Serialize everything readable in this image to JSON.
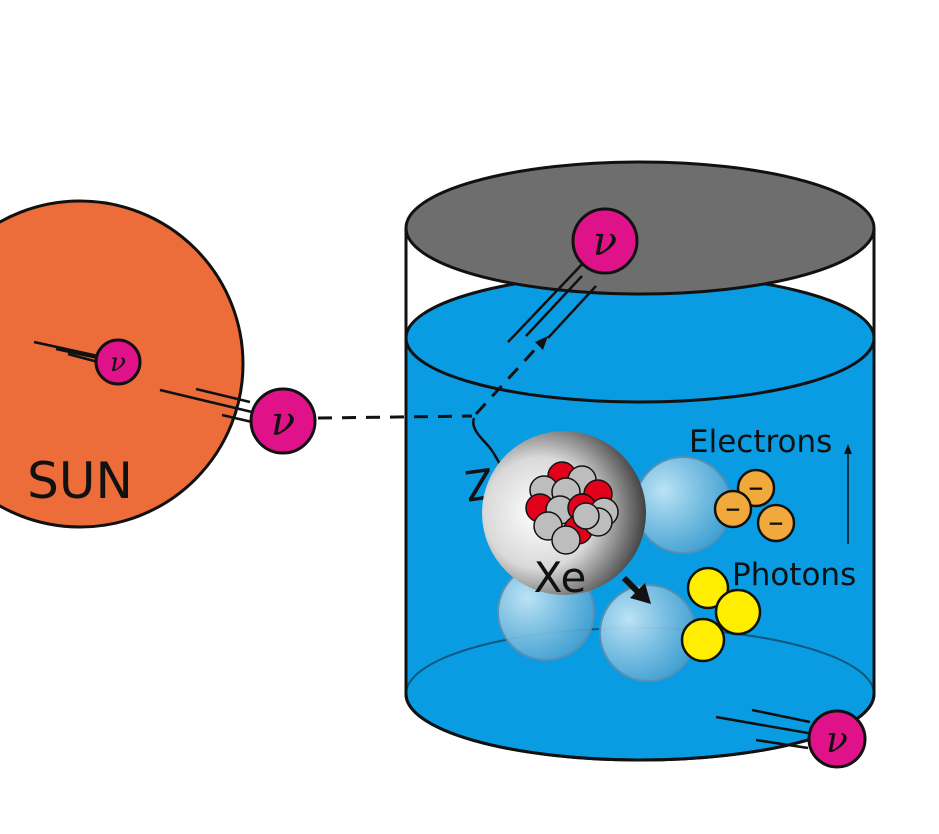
{
  "labels": {
    "sun": "SUN",
    "boson": "Z",
    "nucleus": "Xe",
    "electrons": "Electrons",
    "photons": "Photons",
    "neutrino_symbol": "ν",
    "electron_charge": "−"
  },
  "colors": {
    "sun": "#EC6C3A",
    "water": "#0A9CE3",
    "tank_lid": "#6E6E6E",
    "neutrino": "#E0128A",
    "electron": "#F2A93B",
    "photon": "#FFEE00",
    "proton": "#E3001B",
    "neutron": "#BDBDBD"
  }
}
